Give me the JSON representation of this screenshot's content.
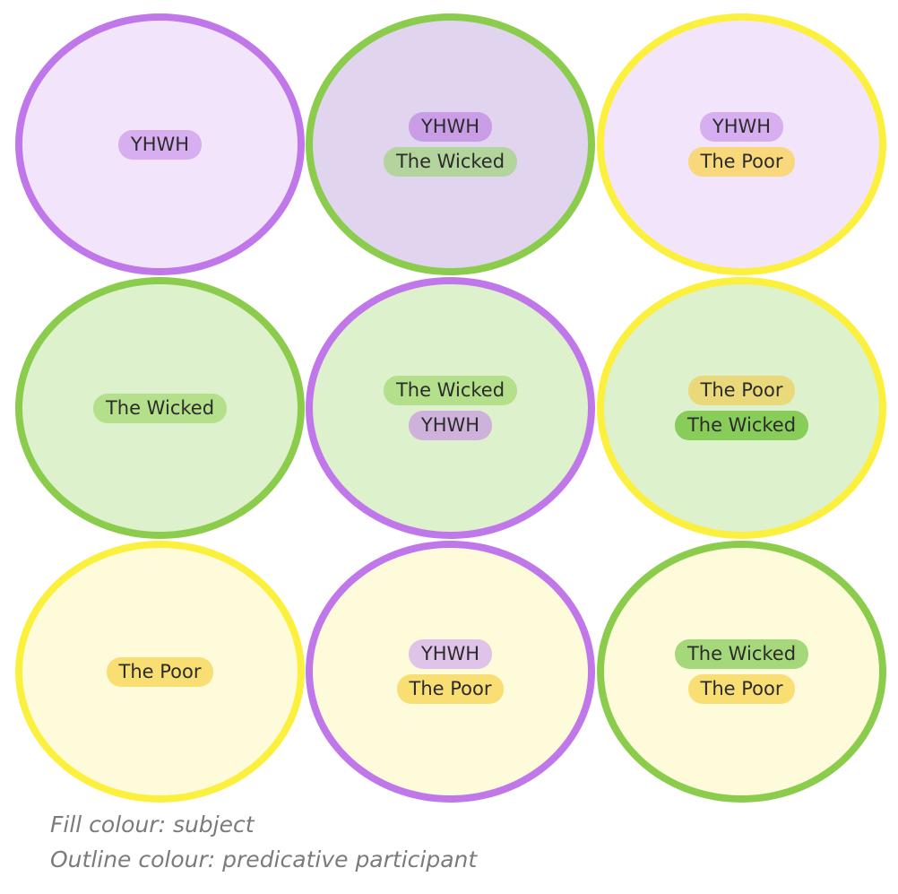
{
  "colors": {
    "yhwh_outline": "#c07ae8",
    "wicked_outline": "#8dcc4e",
    "poor_outline": "#fbf03f",
    "yhwh_fill": "#f3e6fb",
    "wicked_fill": "#dff2cf",
    "poor_fill": "#fefbdc",
    "yhwh_pill": "#d8aef0",
    "wicked_pill": "#b5e08c",
    "poor_pill": "#f9dd73"
  },
  "grid": [
    {
      "fill": "yhwh",
      "outline": "yhwh",
      "labels": [
        "YHWH"
      ]
    },
    {
      "fill": "yhwh-mixed",
      "outline": "wicked",
      "labels": [
        "YHWH",
        "The Wicked"
      ]
    },
    {
      "fill": "yhwh",
      "outline": "poor",
      "labels": [
        "YHWH",
        "The Poor"
      ]
    },
    {
      "fill": "wicked",
      "outline": "wicked",
      "labels": [
        "The Wicked"
      ]
    },
    {
      "fill": "wicked",
      "outline": "yhwh",
      "labels": [
        "The Wicked",
        "YHWH"
      ]
    },
    {
      "fill": "wicked",
      "outline": "poor",
      "labels": [
        "The Poor",
        "The Wicked"
      ]
    },
    {
      "fill": "poor",
      "outline": "poor",
      "labels": [
        "The Poor"
      ]
    },
    {
      "fill": "poor",
      "outline": "yhwh",
      "labels": [
        "YHWH",
        "The Poor"
      ]
    },
    {
      "fill": "poor",
      "outline": "wicked",
      "labels": [
        "The Wicked",
        "The Poor"
      ]
    }
  ],
  "legend": {
    "fill_line": "Fill colour: subject",
    "outline_line": "Outline colour: predicative participant"
  }
}
